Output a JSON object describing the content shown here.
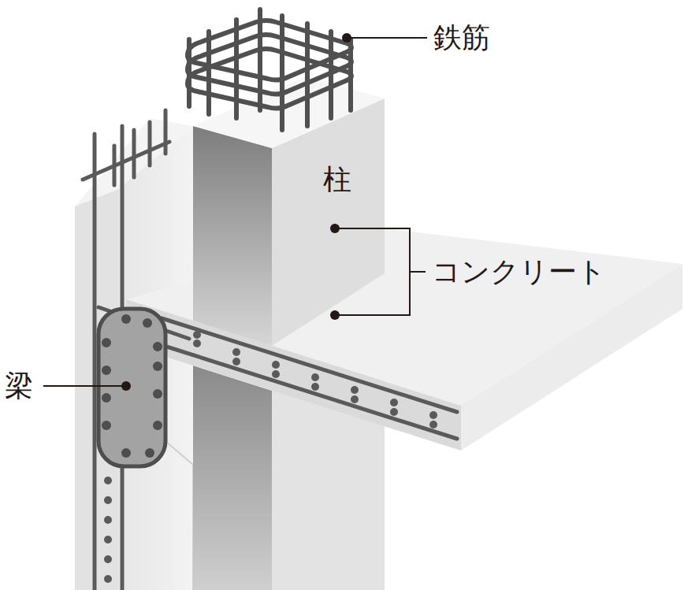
{
  "diagram": {
    "labels": [
      "鉄筋",
      "柱",
      "コンクリート",
      "梁"
    ]
  }
}
